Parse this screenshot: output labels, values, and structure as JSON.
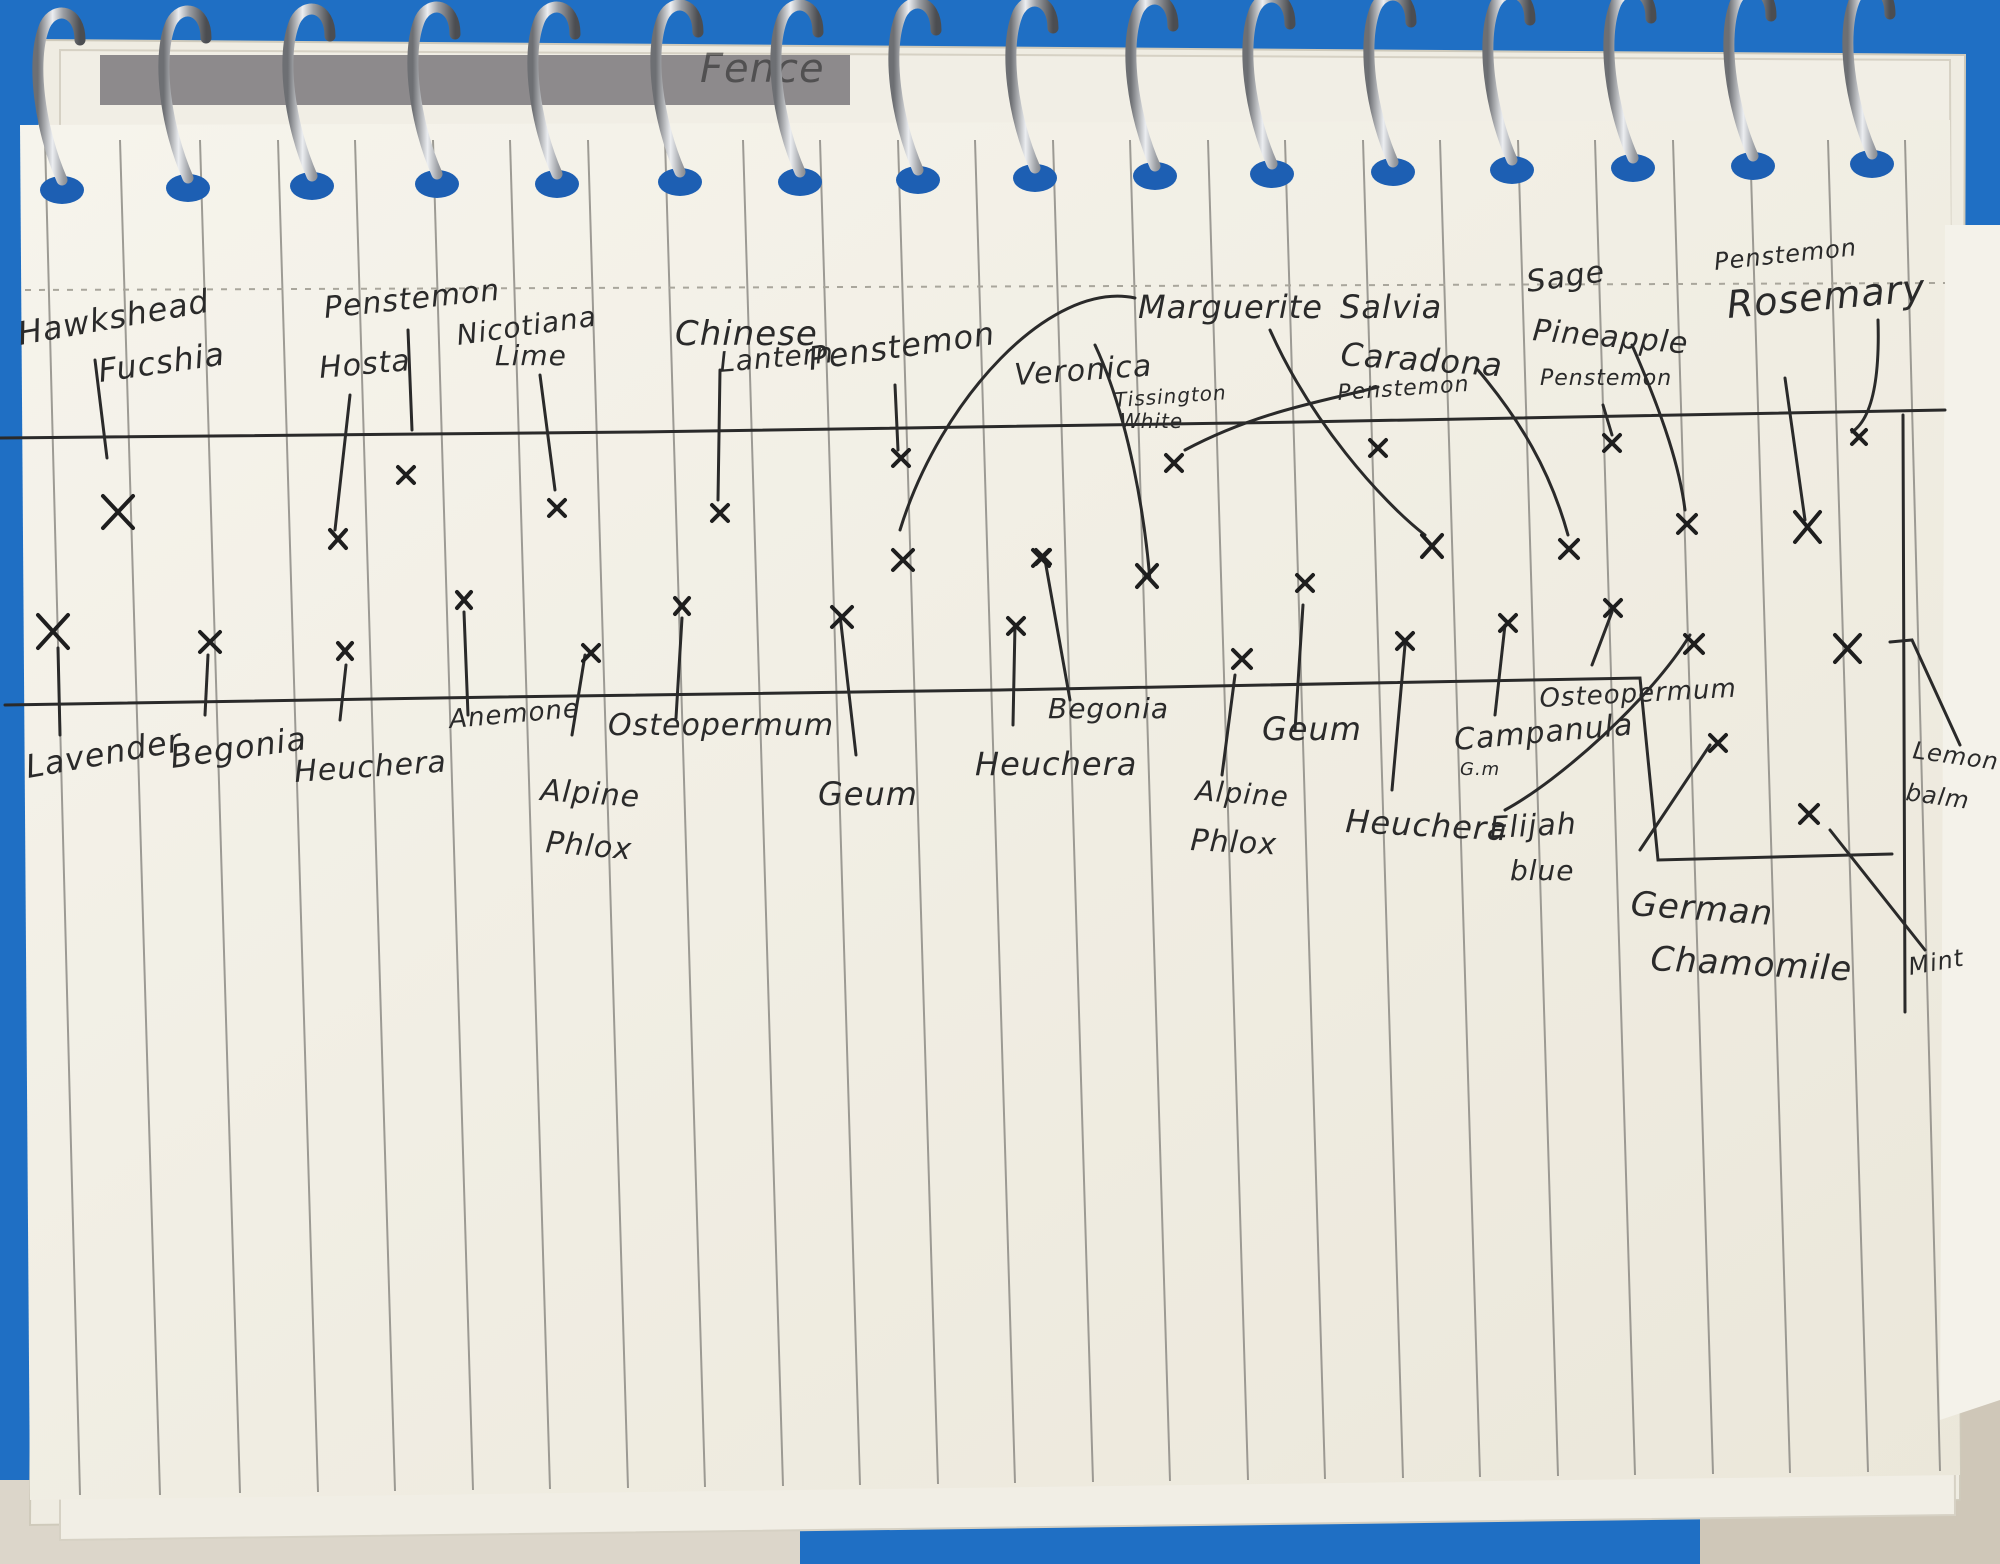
{
  "scene": {
    "subject": "spiral-notebook-planting-plan",
    "colors": {
      "paper": "#f3f0e6",
      "ink": "#2a2a2a",
      "rule": "#8e8c86",
      "background": "#1f6fc4"
    }
  },
  "notebook": {
    "back_page_fragment": "Fence"
  },
  "back_row_labels": [
    "Hawkshead",
    "Fucshia",
    "Penstemon",
    "Hosta",
    "Nicotiana",
    "Lime",
    "Chinese",
    "Lantern",
    "Penstemon",
    "Marguerite",
    "Veronica",
    "Tissington",
    "White",
    "Salvia",
    "Caradona",
    "Penstemon",
    "Sage",
    "Pineapple",
    "Penstemon",
    "Penstemon",
    "Rosemary"
  ],
  "front_row_labels": [
    "Lavender",
    "Begonia",
    "Heuchera",
    "Anemone",
    "Alpine",
    "Phlox",
    "Osteopermum",
    "Geum",
    "Heuchera",
    "Begonia",
    "Alpine",
    "Phlox",
    "Geum",
    "Heuchera",
    "Campanula",
    "G.m",
    "Osteopermum",
    "Elijah",
    "blue"
  ],
  "herb_bed_labels": [
    "German",
    "Chamomile",
    "Lemon",
    "balm",
    "Mint"
  ]
}
